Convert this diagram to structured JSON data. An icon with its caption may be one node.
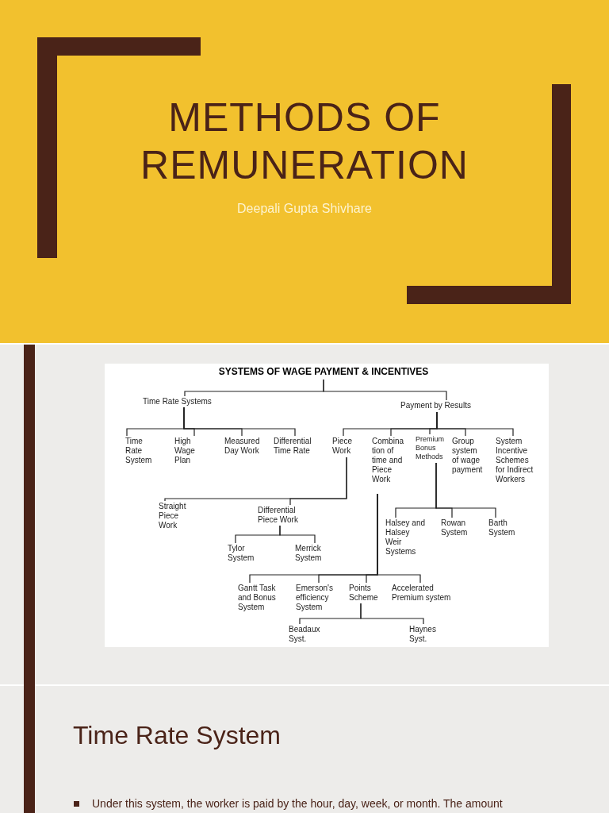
{
  "diagram": {
    "title": "METHODS OF REMUNERATION",
    "nodes": [
      {
        "text": [
          "SYSTEMS OF WAGE PAYMENT & INCENTIVES"
        ]
      },
      {
        "text": [
          "Time Rate Systems"
        ]
      },
      {
        "text": [
          "Payment by Results"
        ]
      },
      {
        "text": [
          "Time Rate System"
        ]
      },
      {
        "text": [
          "High Wage Plan"
        ]
      },
      {
        "text": [
          "Measured Day Work"
        ]
      },
      {
        "text": [
          "Differential Time Rate"
        ]
      },
      {
        "text": [
          "Piece Work"
        ]
      },
      {
        "text": [
          "Combination of time and Piece Work"
        ]
      },
      {
        "text": [
          "Premium Bonus Methods"
        ]
      },
      {
        "text": [
          "Group system of wage payment"
        ]
      },
      {
        "text": [
          "System Incentive Schemes for Indirect Workers"
        ]
      },
      {
        "text": [
          "Straight Piece Work"
        ]
      },
      {
        "text": [
          "Differential Piece Work"
        ]
      },
      {
        "text": [
          "Halsey and Halsey Weir Systems"
        ]
      },
      {
        "text": [
          "Rowan System"
        ]
      },
      {
        "text": [
          "Barth System"
        ]
      },
      {
        "text": [
          "Tylor System"
        ]
      },
      {
        "text": [
          "Merrick System"
        ]
      },
      {
        "text": [
          "Gantt Task and Bonus System"
        ]
      },
      {
        "text": [
          "Emerson's efficiency System"
        ]
      },
      {
        "text": [
          "Points Scheme"
        ]
      },
      {
        "text": [
          "Accelerated Premium system"
        ]
      },
      {
        "text": [
          "Beadaux Syst."
        ]
      },
      {
        "text": [
          "Haynes Syst."
        ]
      }
    ],
    "edges": [
      {
        "from": 0,
        "to": 1,
        "arrow": "none"
      },
      {
        "from": 0,
        "to": 2,
        "arrow": "none"
      },
      {
        "from": 1,
        "to": 3,
        "arrow": "none"
      },
      {
        "from": 1,
        "to": 4,
        "arrow": "none"
      },
      {
        "from": 1,
        "to": 5,
        "arrow": "none"
      },
      {
        "from": 1,
        "to": 6,
        "arrow": "none"
      },
      {
        "from": 2,
        "to": 7,
        "arrow": "none"
      },
      {
        "from": 2,
        "to": 8,
        "arrow": "none"
      },
      {
        "from": 2,
        "to": 9,
        "arrow": "none"
      },
      {
        "from": 2,
        "to": 10,
        "arrow": "none"
      },
      {
        "from": 2,
        "to": 11,
        "arrow": "none"
      },
      {
        "from": 7,
        "to": 12,
        "arrow": "none"
      },
      {
        "from": 7,
        "to": 13,
        "arrow": "none"
      },
      {
        "from": 9,
        "to": 14,
        "arrow": "none"
      },
      {
        "from": 9,
        "to": 15,
        "arrow": "none"
      },
      {
        "from": 9,
        "to": 16,
        "arrow": "none"
      },
      {
        "from": 13,
        "to": 17,
        "arrow": "none"
      },
      {
        "from": 13,
        "to": 18,
        "arrow": "none"
      },
      {
        "from": 8,
        "to": 19,
        "arrow": "none"
      },
      {
        "from": 8,
        "to": 20,
        "arrow": "none"
      },
      {
        "from": 8,
        "to": 21,
        "arrow": "none"
      },
      {
        "from": 8,
        "to": 22,
        "arrow": "none"
      },
      {
        "from": 21,
        "to": 23,
        "arrow": "none"
      },
      {
        "from": 21,
        "to": 24,
        "arrow": "none"
      }
    ],
    "labels": [
      "Deepali Gupta Shivhare",
      "Time Rate System",
      "Under this system, the worker is paid by the hour, day, week, or month. The amount"
    ]
  }
}
